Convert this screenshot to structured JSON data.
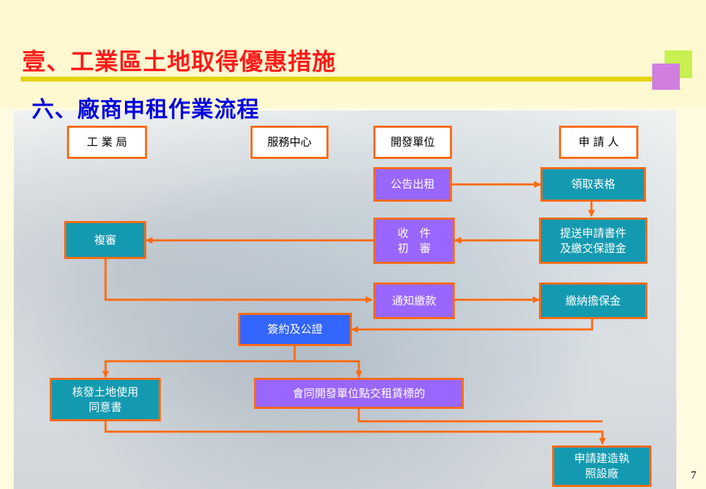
{
  "header": {
    "title": "壹、工業區土地取得優惠措施",
    "subtitle": "六、廠商申租作業流程"
  },
  "columns": {
    "industrial_bureau": "工 業 局",
    "service_center": "服務中心",
    "developer": "開發單位",
    "applicant": "申 請 人"
  },
  "steps": {
    "announce": "公告出租",
    "get_form": "領取表格",
    "submit_1": "提送申請書件",
    "submit_2": "及繳交保證金",
    "receive_1": "收　件",
    "receive_2": "初　審",
    "review": "複審",
    "notify": "通知繳款",
    "pay_guarantee": "繳納擔保金",
    "sign": "簽約及公證",
    "issue_1": "核發土地使用",
    "issue_2": "同意書",
    "handover": "會同開發單位點交租賃標的",
    "permit_1": "申請建造執",
    "permit_2": "照設廠"
  },
  "colors": {
    "border": "#ff6a10",
    "purple": "#9966ff",
    "teal": "#149ab0",
    "blue": "#3366ff",
    "title": "#ff1a1a",
    "subtitle": "#0000e0"
  },
  "page_number": "7"
}
